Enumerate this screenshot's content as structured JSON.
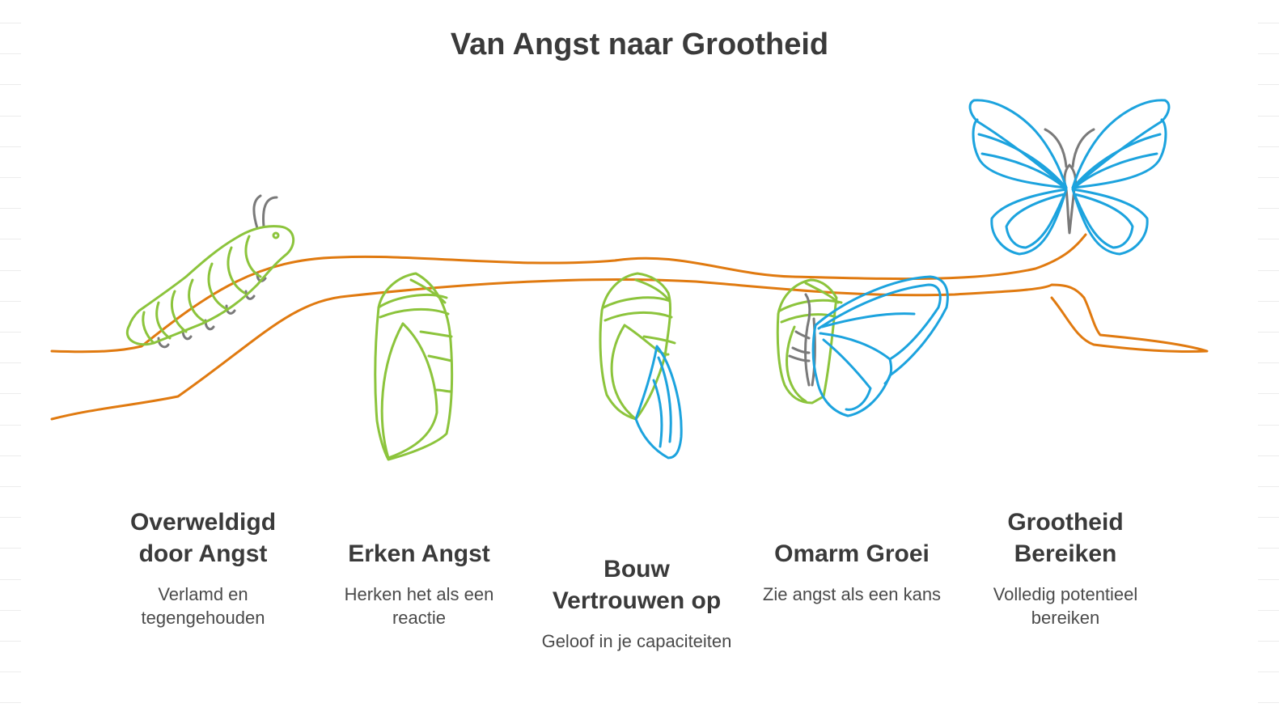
{
  "title": "Van Angst naar Grootheid",
  "colors": {
    "branch": "#E07A10",
    "green": "#8CC43C",
    "blue": "#1CA3DE",
    "antenna": "#7A7A7A"
  },
  "stages": [
    {
      "icon": "caterpillar-icon",
      "title": "Overweldigd door Angst",
      "description": "Verlamd en tegengehouden"
    },
    {
      "icon": "chrysalis-icon",
      "title": "Erken Angst",
      "description": "Herken het als een reactie"
    },
    {
      "icon": "chrysalis-emerging-icon",
      "title": "Bouw Vertrouwen op",
      "description": "Geloof in je capaciteiten"
    },
    {
      "icon": "butterfly-emerging-icon",
      "title": "Omarm Groei",
      "description": "Zie angst als een kans"
    },
    {
      "icon": "butterfly-icon",
      "title": "Grootheid Bereiken",
      "description": "Volledig potentieel bereiken"
    }
  ]
}
